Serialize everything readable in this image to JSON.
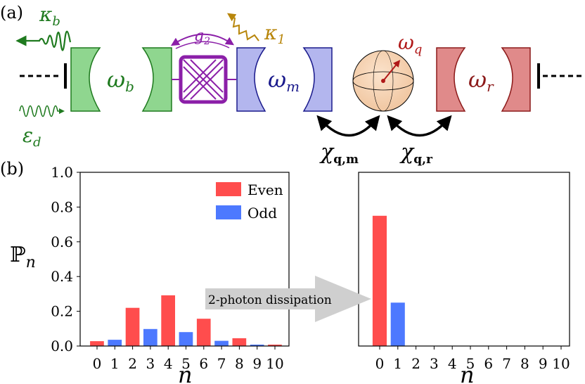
{
  "panel_a": {
    "label": "(a)",
    "omega_b": "ω",
    "omega_b_sub": "b",
    "omega_m": "ω",
    "omega_m_sub": "m",
    "omega_r": "ω",
    "omega_r_sub": "r",
    "omega_q": "ω",
    "omega_q_sub": "q",
    "kappa_b": "κ",
    "kappa_b_sub": "b",
    "kappa_1": "κ",
    "kappa_1_sub": "1",
    "g2": "g",
    "g2_sub": "2",
    "eps_d": "ε",
    "eps_d_sub": "d",
    "chi_qm": "χ",
    "chi_qm_sub": "q,m",
    "chi_qr": "χ",
    "chi_qr_sub": "q,r",
    "colors": {
      "green": "#1f7a1f",
      "green_fill": "#8fd68f",
      "purple": "#8b1fa8",
      "blue_text": "#1a1a8c",
      "blue_fill": "#b3b6ee",
      "red_text": "#8c1a1a",
      "red_fill": "#e08a8a",
      "gold": "#b8860b",
      "sphere": "#f6d2b0"
    }
  },
  "panel_b": {
    "label": "(b)",
    "ylabel": "ℙ",
    "ylabel_sub": "n",
    "arrow_label": "2-photon dissipation",
    "colors": {
      "even": "#ff4d4d",
      "odd": "#4d79ff"
    }
  },
  "chart_data": [
    {
      "type": "bar",
      "xlabel": "n",
      "ylabel": "ℙn",
      "ylim": [
        0,
        1.0
      ],
      "yticks": [
        "0.0",
        "0.2",
        "0.4",
        "0.6",
        "0.8",
        "1.0"
      ],
      "categories": [
        "0",
        "1",
        "2",
        "3",
        "4",
        "5",
        "6",
        "7",
        "8",
        "9",
        "10"
      ],
      "legend": {
        "placement": "top-right",
        "entries": [
          "Even",
          "Odd"
        ]
      },
      "series": [
        {
          "name": "Even",
          "x": [
            0,
            2,
            4,
            6,
            8,
            10
          ],
          "values": [
            0.028,
            0.22,
            0.292,
            0.157,
            0.045,
            0.008
          ]
        },
        {
          "name": "Odd",
          "x": [
            1,
            3,
            5,
            7,
            9
          ],
          "values": [
            0.036,
            0.098,
            0.08,
            0.03,
            0.008
          ]
        }
      ]
    },
    {
      "type": "bar",
      "xlabel": "n",
      "ylim": [
        0,
        1.0
      ],
      "categories": [
        "0",
        "1",
        "2",
        "3",
        "4",
        "5",
        "6",
        "7",
        "8",
        "9",
        "10"
      ],
      "series": [
        {
          "name": "Even",
          "x": [
            0,
            2,
            4,
            6,
            8,
            10
          ],
          "values": [
            0.75,
            0,
            0,
            0,
            0,
            0
          ]
        },
        {
          "name": "Odd",
          "x": [
            1,
            3,
            5,
            7,
            9
          ],
          "values": [
            0.25,
            0,
            0,
            0,
            0
          ]
        }
      ]
    }
  ]
}
